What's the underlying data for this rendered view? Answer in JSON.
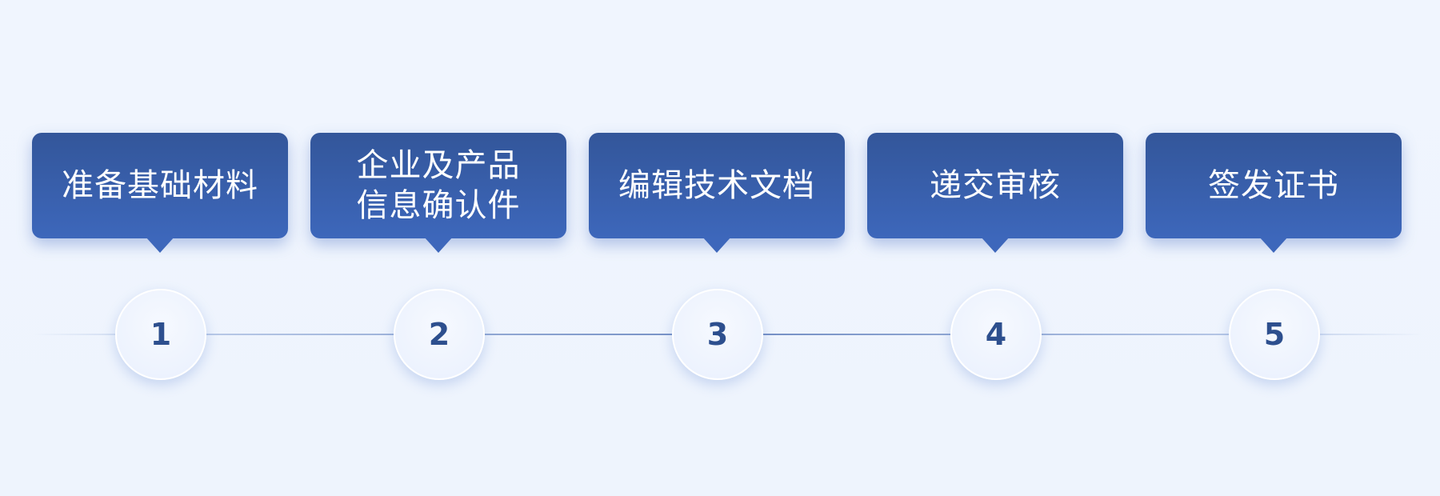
{
  "steps": [
    {
      "number": "1",
      "title": "准备基础材料"
    },
    {
      "number": "2",
      "title": "企业及产品\n信息确认件"
    },
    {
      "number": "3",
      "title": "编辑技术文档"
    },
    {
      "number": "4",
      "title": "递交审核"
    },
    {
      "number": "5",
      "title": "签发证书"
    }
  ],
  "colors": {
    "card_top": "#33569a",
    "card_bottom": "#3d67bb",
    "number_text": "#2d4f8e",
    "background": "#eef4fd"
  }
}
